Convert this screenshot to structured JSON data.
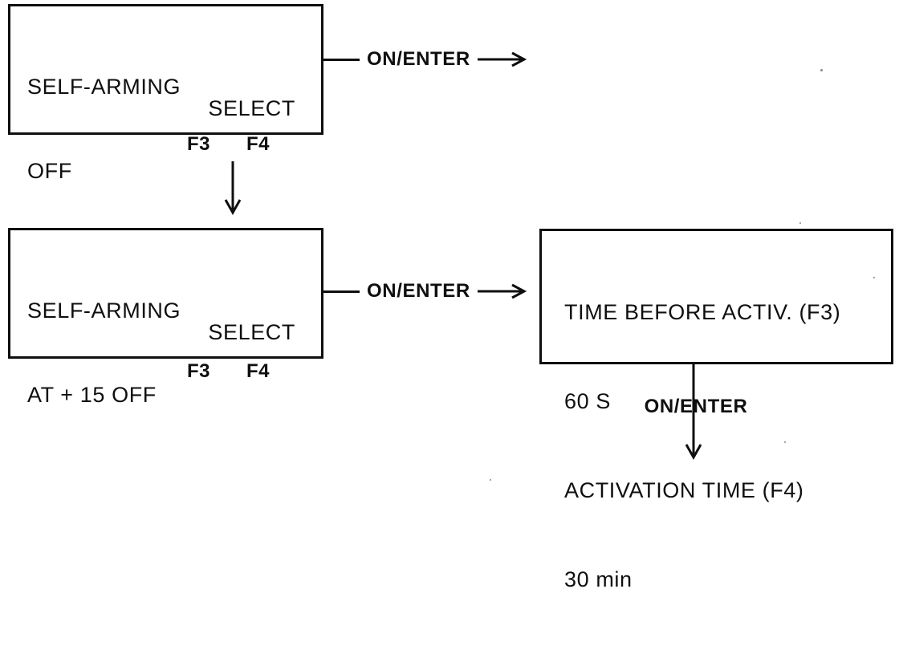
{
  "flow": {
    "colors": {
      "ink": "#0f0f0f",
      "background": "#ffffff"
    },
    "transition_label": "ON/ENTER",
    "function_keys": {
      "f3": "F3",
      "f4": "F4"
    },
    "screens": [
      {
        "lines": [
          "SELF-ARMING",
          "OFF"
        ],
        "softkey": "SELECT"
      },
      {
        "lines": [
          "SELF-ARMING",
          "AT + 15 OFF"
        ],
        "softkey": "SELECT"
      },
      {
        "lines": [
          "TIME BEFORE ACTIV. (F3)",
          "60 S",
          "ACTIVATION TIME (F4)",
          "30 min"
        ]
      }
    ]
  }
}
